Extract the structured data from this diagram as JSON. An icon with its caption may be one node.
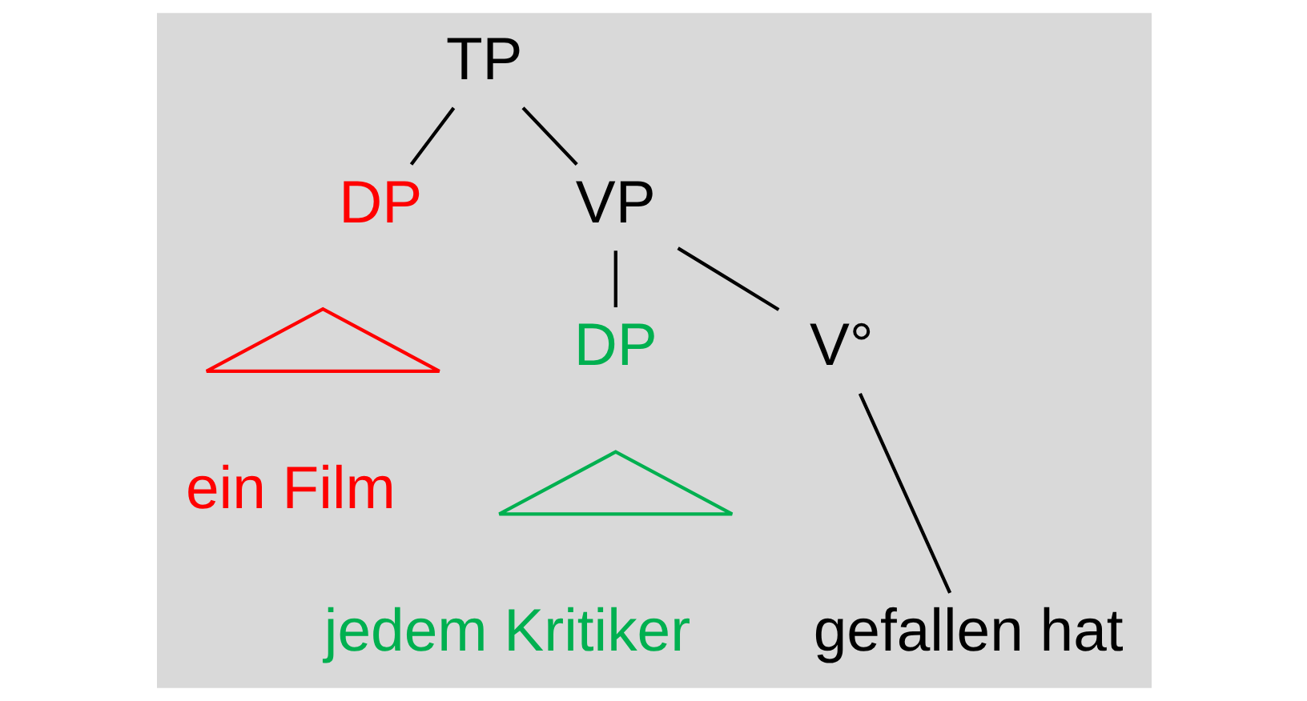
{
  "diagram": {
    "nodes": [
      {
        "text": [
          "TP"
        ]
      },
      {
        "text": [
          "DP"
        ]
      },
      {
        "text": [
          "VP"
        ]
      },
      {
        "text": [],
        "shape": "triangle"
      },
      {
        "text": [
          "ein Film"
        ]
      },
      {
        "text": [
          "DP"
        ]
      },
      {
        "text": [
          "V°"
        ]
      },
      {
        "text": [],
        "shape": "triangle"
      },
      {
        "text": [
          "jedem Kritiker"
        ]
      },
      {
        "text": [
          "gefallen hat"
        ]
      }
    ],
    "edges": [
      {
        "from": 0,
        "to": 1,
        "arrow": "none"
      },
      {
        "from": 0,
        "to": 2,
        "arrow": "none"
      },
      {
        "from": 2,
        "to": 5,
        "arrow": "none"
      },
      {
        "from": 2,
        "to": 6,
        "arrow": "none"
      },
      {
        "from": 6,
        "to": 9,
        "arrow": "none"
      }
    ]
  }
}
